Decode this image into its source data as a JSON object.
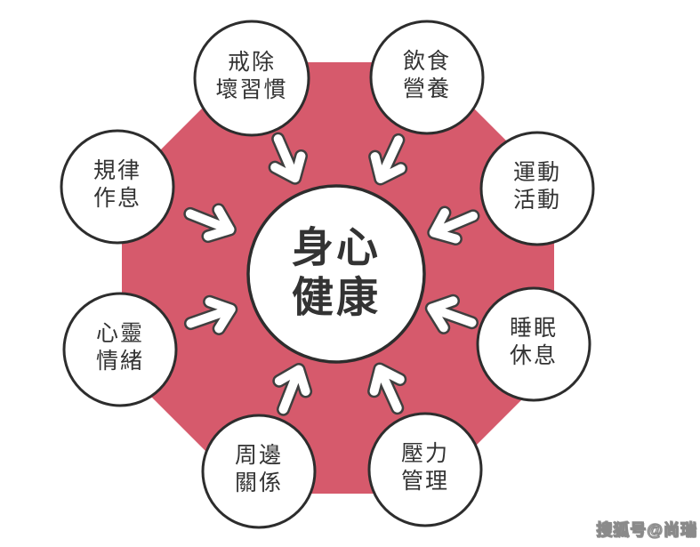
{
  "center": {
    "line1": "身心",
    "line2": "健康"
  },
  "nodes": [
    {
      "id": "quit-bad-habits",
      "line1": "戒除",
      "line2": "壞習慣"
    },
    {
      "id": "diet-nutrition",
      "line1": "飲食",
      "line2": "營養"
    },
    {
      "id": "exercise-activity",
      "line1": "運動",
      "line2": "活動"
    },
    {
      "id": "sleep-rest",
      "line1": "睡眠",
      "line2": "休息"
    },
    {
      "id": "regular-routine",
      "line1": "規律",
      "line2": "作息"
    },
    {
      "id": "mind-emotions",
      "line1": "心靈",
      "line2": "情緒"
    },
    {
      "id": "relationships",
      "line1": "周邊",
      "line2": "關係"
    },
    {
      "id": "stress-management",
      "line1": "壓力",
      "line2": "管理"
    }
  ],
  "watermark": "搜狐号@尚瑞",
  "colors": {
    "octagon_fill": "#d65a6c",
    "circle_fill": "#ffffff",
    "circle_border": "#2d2d2d",
    "text": "#333333",
    "arrow_fill": "#ffffff",
    "arrow_outline": "#3f3f3f"
  }
}
